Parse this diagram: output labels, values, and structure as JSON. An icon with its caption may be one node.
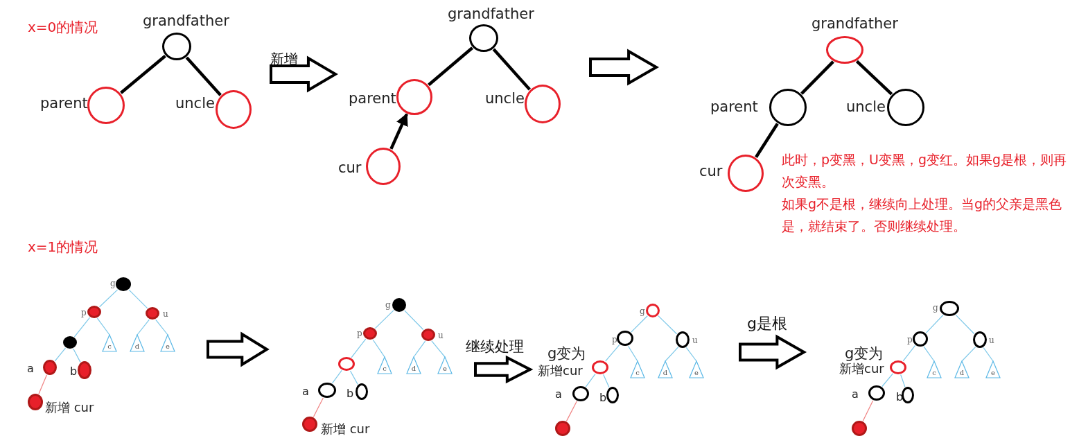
{
  "diagram": {
    "nodes": [
      {
        "text": [],
        "shape": "circle",
        "beside": [
          "grandfather"
        ]
      },
      {
        "text": [],
        "shape": "circle",
        "beside": [
          "parent"
        ]
      },
      {
        "text": [],
        "shape": "circle",
        "beside": [
          "uncle"
        ]
      },
      {
        "text": [],
        "shape": "circle",
        "beside": [
          "grandfather"
        ]
      },
      {
        "text": [],
        "shape": "circle",
        "beside": [
          "parent"
        ]
      },
      {
        "text": [],
        "shape": "circle",
        "beside": [
          "uncle"
        ]
      },
      {
        "text": [],
        "shape": "circle",
        "beside": [
          "cur"
        ]
      },
      {
        "text": [],
        "shape": "circle",
        "beside": [
          "grandfather"
        ]
      },
      {
        "text": [],
        "shape": "circle",
        "beside": [
          "parent"
        ]
      },
      {
        "text": [],
        "shape": "circle",
        "beside": [
          "uncle"
        ]
      },
      {
        "text": [],
        "shape": "circle",
        "beside": [
          "cur"
        ]
      },
      {
        "text": [],
        "shape": "circle",
        "beside": [
          "g"
        ]
      },
      {
        "text": [],
        "shape": "circle",
        "beside": [
          "p"
        ]
      },
      {
        "text": [],
        "shape": "circle",
        "beside": [
          "u"
        ]
      },
      {
        "text": [],
        "shape": "circle"
      },
      {
        "text": [
          "c"
        ]
      },
      {
        "text": [
          "d"
        ]
      },
      {
        "text": [
          "e"
        ]
      },
      {
        "text": [],
        "shape": "circle",
        "beside": [
          "a"
        ]
      },
      {
        "text": [],
        "shape": "circle",
        "beside": [
          "b"
        ]
      },
      {
        "text": [],
        "shape": "circle",
        "beside": [
          "新增 cur"
        ]
      },
      {
        "text": [],
        "shape": "circle",
        "beside": [
          "g"
        ]
      },
      {
        "text": [],
        "shape": "circle",
        "beside": [
          "p"
        ]
      },
      {
        "text": [],
        "shape": "circle",
        "beside": [
          "u"
        ]
      },
      {
        "text": [],
        "shape": "circle"
      },
      {
        "text": [
          "c"
        ]
      },
      {
        "text": [
          "d"
        ]
      },
      {
        "text": [
          "e"
        ]
      },
      {
        "text": [],
        "shape": "circle",
        "beside": [
          "a"
        ]
      },
      {
        "text": [],
        "shape": "circle",
        "beside": [
          "b"
        ]
      },
      {
        "text": [],
        "shape": "circle",
        "beside": [
          "新增 cur"
        ]
      },
      {
        "text": [],
        "shape": "circle",
        "beside": [
          "g"
        ]
      },
      {
        "text": [],
        "shape": "circle",
        "beside": [
          "p"
        ]
      },
      {
        "text": [],
        "shape": "circle",
        "beside": [
          "u"
        ]
      },
      {
        "text": [],
        "shape": "circle",
        "beside": [
          "g变为",
          "新增cur"
        ]
      },
      {
        "text": [
          "c"
        ]
      },
      {
        "text": [
          "d"
        ]
      },
      {
        "text": [
          "e"
        ]
      },
      {
        "text": [],
        "shape": "circle",
        "beside": [
          "a"
        ]
      },
      {
        "text": [],
        "shape": "circle",
        "beside": [
          "b"
        ]
      },
      {
        "text": [],
        "shape": "circle"
      },
      {
        "text": [],
        "shape": "circle",
        "beside": [
          "g"
        ]
      },
      {
        "text": [],
        "shape": "circle",
        "beside": [
          "p"
        ]
      },
      {
        "text": [],
        "shape": "circle",
        "beside": [
          "u"
        ]
      },
      {
        "text": [],
        "shape": "circle",
        "beside": [
          "g变为",
          "新增cur"
        ]
      },
      {
        "text": [
          "c"
        ]
      },
      {
        "text": [
          "d"
        ]
      },
      {
        "text": [
          "e"
        ]
      },
      {
        "text": [],
        "shape": "circle",
        "beside": [
          "a"
        ]
      },
      {
        "text": [],
        "shape": "circle",
        "beside": [
          "b"
        ]
      },
      {
        "text": [],
        "shape": "circle"
      }
    ],
    "edges": [
      {
        "from": 0,
        "to": 1,
        "arrow": "none",
        "style": "thick",
        "color": "#000000"
      },
      {
        "from": 0,
        "to": 2,
        "arrow": "none",
        "style": "thick",
        "color": "#000000"
      },
      {
        "from": 3,
        "to": 4,
        "arrow": "none",
        "style": "thick",
        "color": "#000000"
      },
      {
        "from": 3,
        "to": 5,
        "arrow": "none",
        "style": "thick",
        "color": "#000000"
      },
      {
        "from": 6,
        "to": 4,
        "arrow": "to",
        "style": "thick",
        "color": "#000000"
      },
      {
        "from": 7,
        "to": 8,
        "arrow": "none",
        "style": "thick",
        "color": "#000000"
      },
      {
        "from": 7,
        "to": 9,
        "arrow": "none",
        "style": "thick",
        "color": "#000000"
      },
      {
        "from": 8,
        "to": 10,
        "arrow": "none",
        "style": "thick",
        "color": "#000000"
      },
      {
        "from": 11,
        "to": 12,
        "arrow": "none"
      },
      {
        "from": 11,
        "to": 13,
        "arrow": "none"
      },
      {
        "from": 12,
        "to": 14,
        "arrow": "none"
      },
      {
        "from": 12,
        "to": 15,
        "arrow": "none"
      },
      {
        "from": 13,
        "to": 16,
        "arrow": "none"
      },
      {
        "from": 13,
        "to": 17,
        "arrow": "none"
      },
      {
        "from": 14,
        "to": 18,
        "arrow": "none"
      },
      {
        "from": 14,
        "to": 19,
        "arrow": "none"
      },
      {
        "from": 18,
        "to": 20,
        "arrow": "none",
        "color": "#f08080"
      },
      {
        "from": 21,
        "to": 22,
        "arrow": "none"
      },
      {
        "from": 21,
        "to": 23,
        "arrow": "none"
      },
      {
        "from": 22,
        "to": 24,
        "arrow": "none"
      },
      {
        "from": 22,
        "to": 25,
        "arrow": "none"
      },
      {
        "from": 23,
        "to": 26,
        "arrow": "none"
      },
      {
        "from": 23,
        "to": 27,
        "arrow": "none"
      },
      {
        "from": 24,
        "to": 28,
        "arrow": "none"
      },
      {
        "from": 24,
        "to": 29,
        "arrow": "none"
      },
      {
        "from": 28,
        "to": 30,
        "arrow": "none",
        "color": "#f08080"
      },
      {
        "from": 31,
        "to": 32,
        "arrow": "none"
      },
      {
        "from": 31,
        "to": 33,
        "arrow": "none"
      },
      {
        "from": 32,
        "to": 34,
        "arrow": "none"
      },
      {
        "from": 32,
        "to": 35,
        "arrow": "none"
      },
      {
        "from": 33,
        "to": 36,
        "arrow": "none"
      },
      {
        "from": 33,
        "to": 37,
        "arrow": "none"
      },
      {
        "from": 34,
        "to": 38,
        "arrow": "none"
      },
      {
        "from": 34,
        "to": 39,
        "arrow": "none"
      },
      {
        "from": 38,
        "to": 40,
        "arrow": "none",
        "color": "#f08080"
      },
      {
        "from": 41,
        "to": 42,
        "arrow": "none"
      },
      {
        "from": 41,
        "to": 43,
        "arrow": "none"
      },
      {
        "from": 42,
        "to": 44,
        "arrow": "none"
      },
      {
        "from": 42,
        "to": 45,
        "arrow": "none"
      },
      {
        "from": 43,
        "to": 46,
        "arrow": "none"
      },
      {
        "from": 43,
        "to": 47,
        "arrow": "none"
      },
      {
        "from": 44,
        "to": 48,
        "arrow": "none"
      },
      {
        "from": 44,
        "to": 49,
        "arrow": "none"
      },
      {
        "from": 48,
        "to": 50,
        "arrow": "none",
        "color": "#f08080"
      }
    ],
    "labels": [
      "x=0的情况",
      "新增",
      "此时，p变黑，U变黑，g变红。如果g是根，则再次变黑。",
      "如果g不是根，继续向上处理。当g的父亲是黑色是，就结束了。否则继续处理。",
      "x=1的情况",
      "g是根",
      "继续处理"
    ]
  }
}
